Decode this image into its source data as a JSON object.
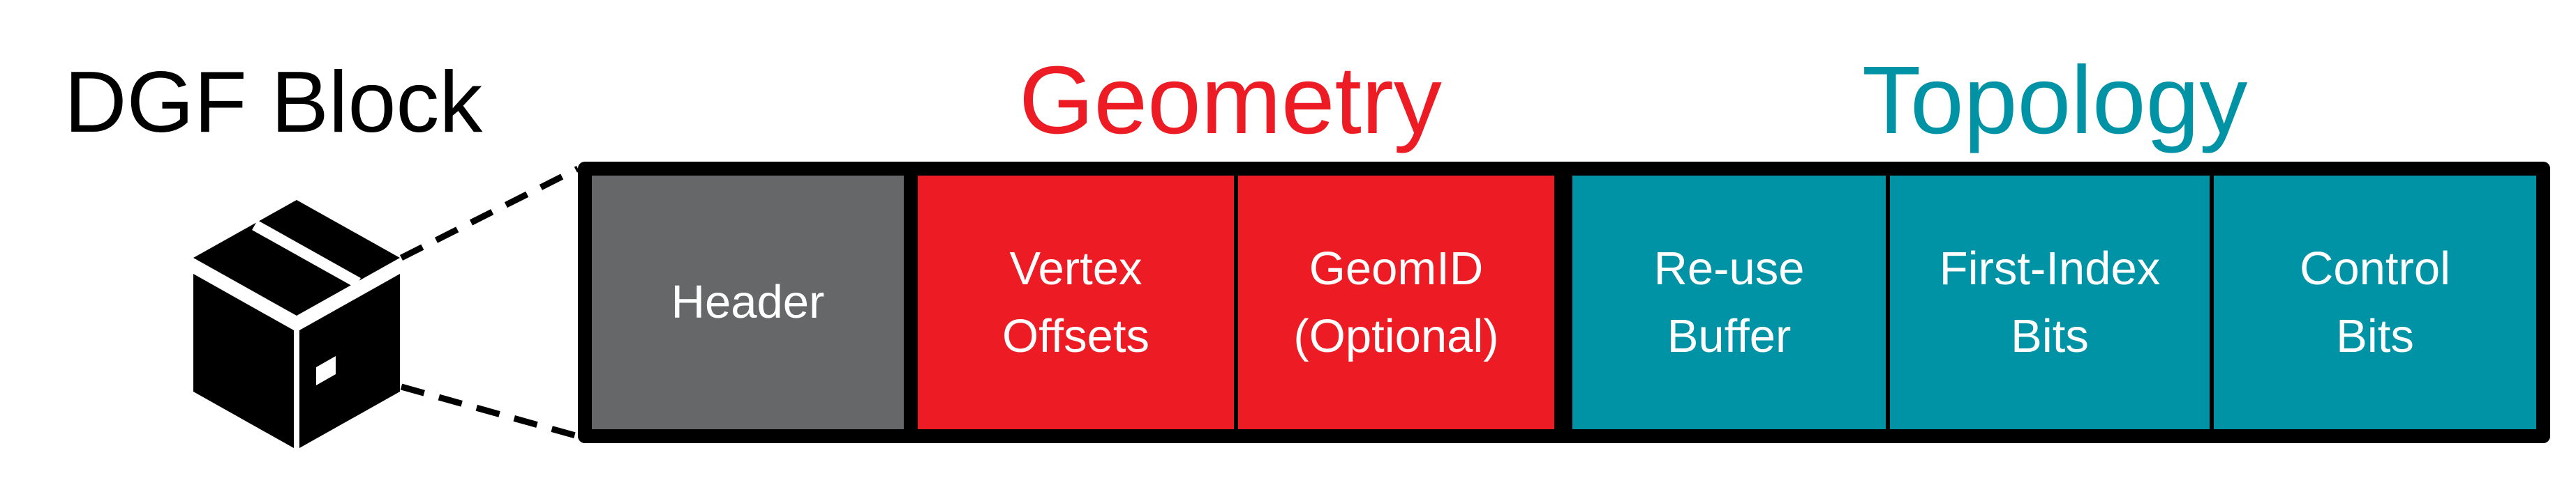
{
  "title": "DGF Block",
  "sections": {
    "geometry": {
      "label": "Geometry",
      "color": "#ed1c24"
    },
    "topology": {
      "label": "Topology",
      "color": "#0093a5"
    }
  },
  "header_color": "#666768",
  "cells": [
    {
      "label": "Header",
      "section": "header"
    },
    {
      "label": "Vertex\nOffsets",
      "section": "geometry"
    },
    {
      "label": "GeomID\n(Optional)",
      "section": "geometry"
    },
    {
      "label": "Re-use\nBuffer",
      "section": "topology"
    },
    {
      "label": "First-Index\nBits",
      "section": "topology"
    },
    {
      "label": "Control\nBits",
      "section": "topology"
    }
  ],
  "icons": {
    "block": "package-box-icon"
  }
}
